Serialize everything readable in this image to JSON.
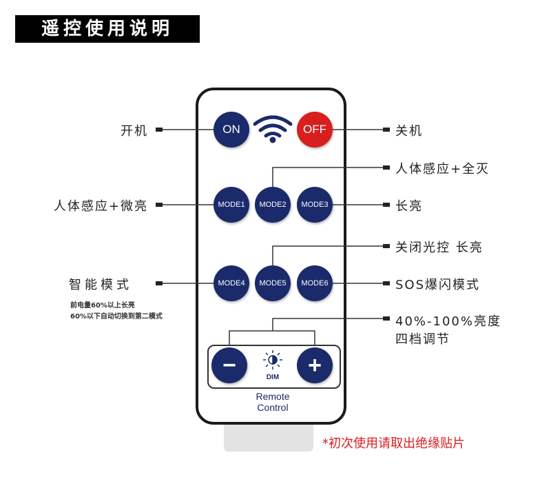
{
  "title": "遥控使用说明",
  "buttons": {
    "on": "ON",
    "off": "OFF",
    "mode1": "MODE1",
    "mode2": "MODE2",
    "mode3": "MODE3",
    "mode4": "MODE4",
    "mode5": "MODE5",
    "mode6": "MODE6",
    "minus": "−",
    "plus": "+",
    "dim": "DIM"
  },
  "remote_label": [
    "Remote",
    "Control"
  ],
  "labels": {
    "on": "开机",
    "off": "关机",
    "mode2": "人体感应+全灭",
    "mode1": "人体感应+微亮",
    "mode3": "长亮",
    "mode5": "关闭光控 长亮",
    "mode4": "智能模式",
    "mode4_note1": "前电量60%以上长亮",
    "mode4_note2": "60%以下自动切换到第二模式",
    "mode6": "SOS爆闪模式",
    "dim1": "40%-100%亮度",
    "dim2": "四档调节"
  },
  "note": "*初次使用请取出绝缘贴片",
  "colors": {
    "button": "#1b2a6b",
    "off": "#d81e1e",
    "note": "#d81e1e"
  }
}
